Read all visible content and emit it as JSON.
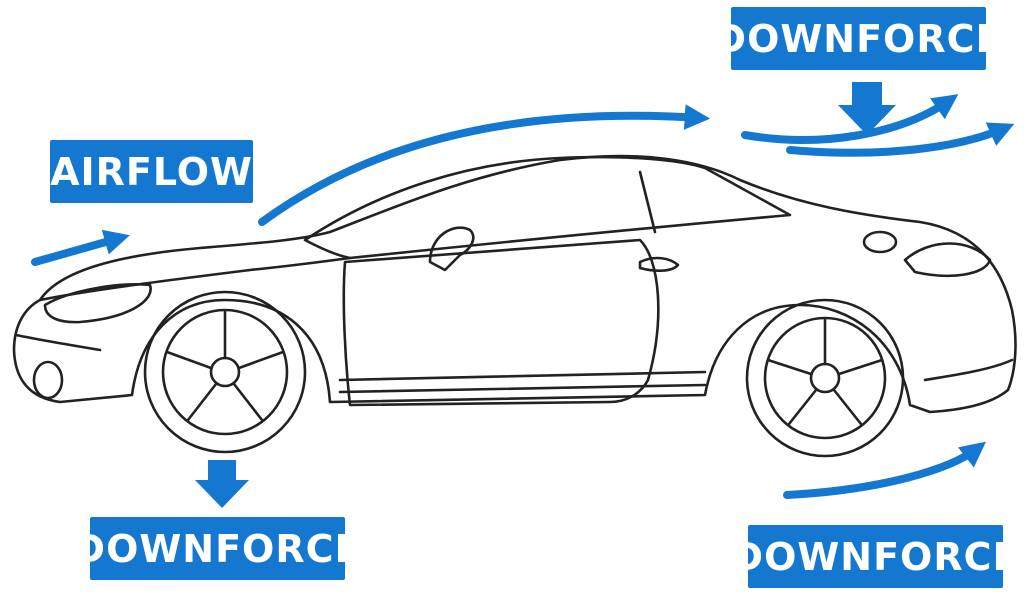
{
  "labels": {
    "airflow": "AIRFLOW",
    "downforce_top": "DOWNFORCE",
    "downforce_bottom_left": "DOWNFORCE",
    "downforce_bottom_right": "DOWNFORCE"
  },
  "colors": {
    "accent": "#1478d0",
    "line": "#222222",
    "background": "#ffffff"
  },
  "icons": [
    "car-outline-icon",
    "airflow-arrow-icon",
    "downforce-arrow-icon"
  ]
}
